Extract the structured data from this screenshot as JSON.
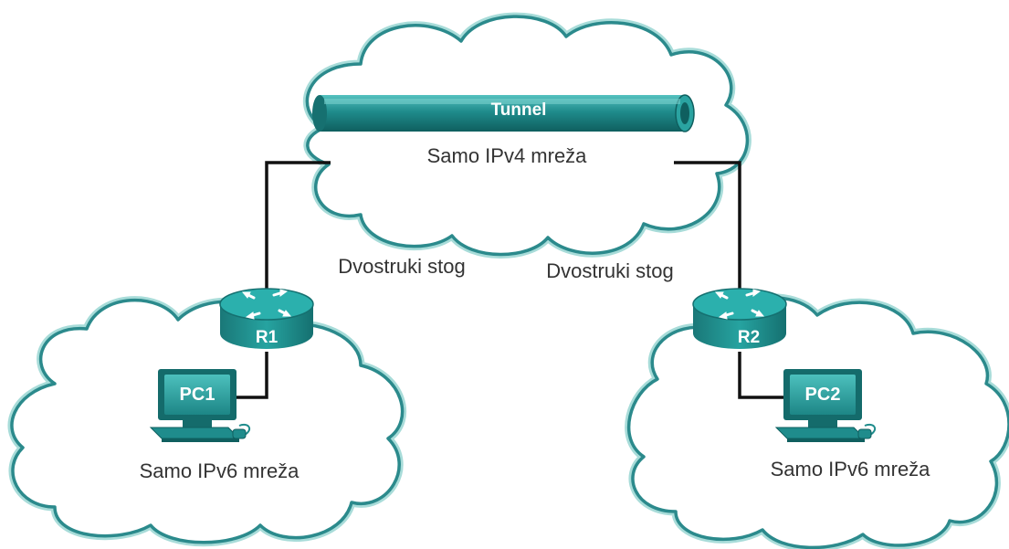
{
  "tunnel": {
    "label": "Tunnel"
  },
  "clouds": {
    "ipv4": {
      "label": "Samo IPv4 mreža"
    },
    "left_ipv6": {
      "label": "Samo IPv6 mreža"
    },
    "right_ipv6": {
      "label": "Samo IPv6 mreža"
    }
  },
  "stacks": {
    "left": "Dvostruki stog",
    "right": "Dvostruki stog"
  },
  "routers": {
    "r1": {
      "label": "R1"
    },
    "r2": {
      "label": "R2"
    }
  },
  "pcs": {
    "pc1": {
      "label": "PC1"
    },
    "pc2": {
      "label": "PC2"
    }
  },
  "colors": {
    "cloud_fill": "#ffffff",
    "cloud_outline": "#2b8a8c",
    "cloud_outline_light": "#a8dcd9",
    "device_teal": "#1f8c8c",
    "device_dark": "#146b6b",
    "link": "#111111"
  },
  "icons": {
    "router": "router-icon",
    "pc": "pc-icon",
    "tunnel": "tunnel-pipe-icon",
    "cloud": "cloud-icon"
  }
}
